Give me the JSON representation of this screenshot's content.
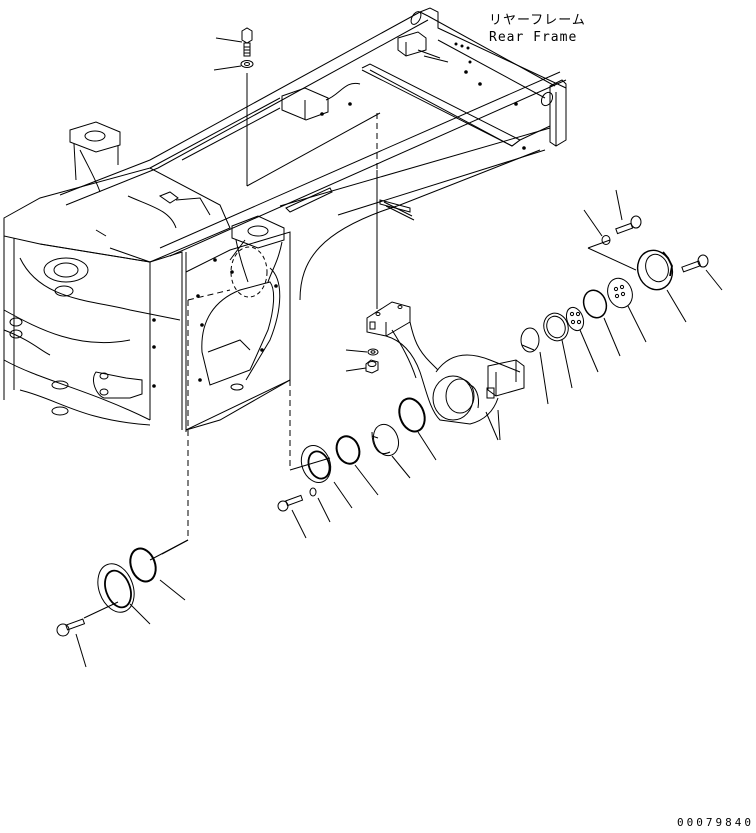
{
  "diagram": {
    "type": "exploded-parts-diagram",
    "title_jp": "リヤーフレーム",
    "title_en": "Rear Frame",
    "drawing_number": "00079840",
    "line_color": "#000000",
    "background_color": "#ffffff"
  },
  "parts": [
    {
      "id": "rear-frame",
      "label": "Rear Frame (main assembly)"
    },
    {
      "id": "top-bolt",
      "label": "Bolt (top, vertical)"
    },
    {
      "id": "top-washer",
      "label": "Washer (top)"
    },
    {
      "id": "center-pivot-bracket",
      "label": "Center pivot bracket / trunnion arm"
    },
    {
      "id": "bracket-washer",
      "label": "Washer"
    },
    {
      "id": "bracket-nut",
      "label": "Nut"
    },
    {
      "id": "bushing-right",
      "label": "Bushing (right)"
    },
    {
      "id": "shim-ring-right",
      "label": "Shim ring"
    },
    {
      "id": "plate-4hole",
      "label": "Plate (4 holes)"
    },
    {
      "id": "snap-ring-right",
      "label": "Snap ring"
    },
    {
      "id": "spacer-plate-right",
      "label": "Spacer plate (4 holes)"
    },
    {
      "id": "cap-right",
      "label": "End cap (right)"
    },
    {
      "id": "cap-bolt-right",
      "label": "Bolt (right cap)"
    },
    {
      "id": "upper-bolt-right",
      "label": "Bolt (upper right)"
    },
    {
      "id": "upper-washer-right",
      "label": "Washer (upper right)"
    },
    {
      "id": "oring-center",
      "label": "O-ring (center)"
    },
    {
      "id": "bushing-center",
      "label": "Bushing (center)"
    },
    {
      "id": "oring-center-2",
      "label": "O-ring (center, small)"
    },
    {
      "id": "retainer-center",
      "label": "Retainer (center)"
    },
    {
      "id": "washer-center",
      "label": "Washer (center)"
    },
    {
      "id": "bolt-center",
      "label": "Bolt (center)"
    },
    {
      "id": "oring-left",
      "label": "O-ring (lower left)"
    },
    {
      "id": "retainer-left",
      "label": "Retainer (lower left)"
    },
    {
      "id": "bolt-left",
      "label": "Bolt (lower left)"
    }
  ]
}
